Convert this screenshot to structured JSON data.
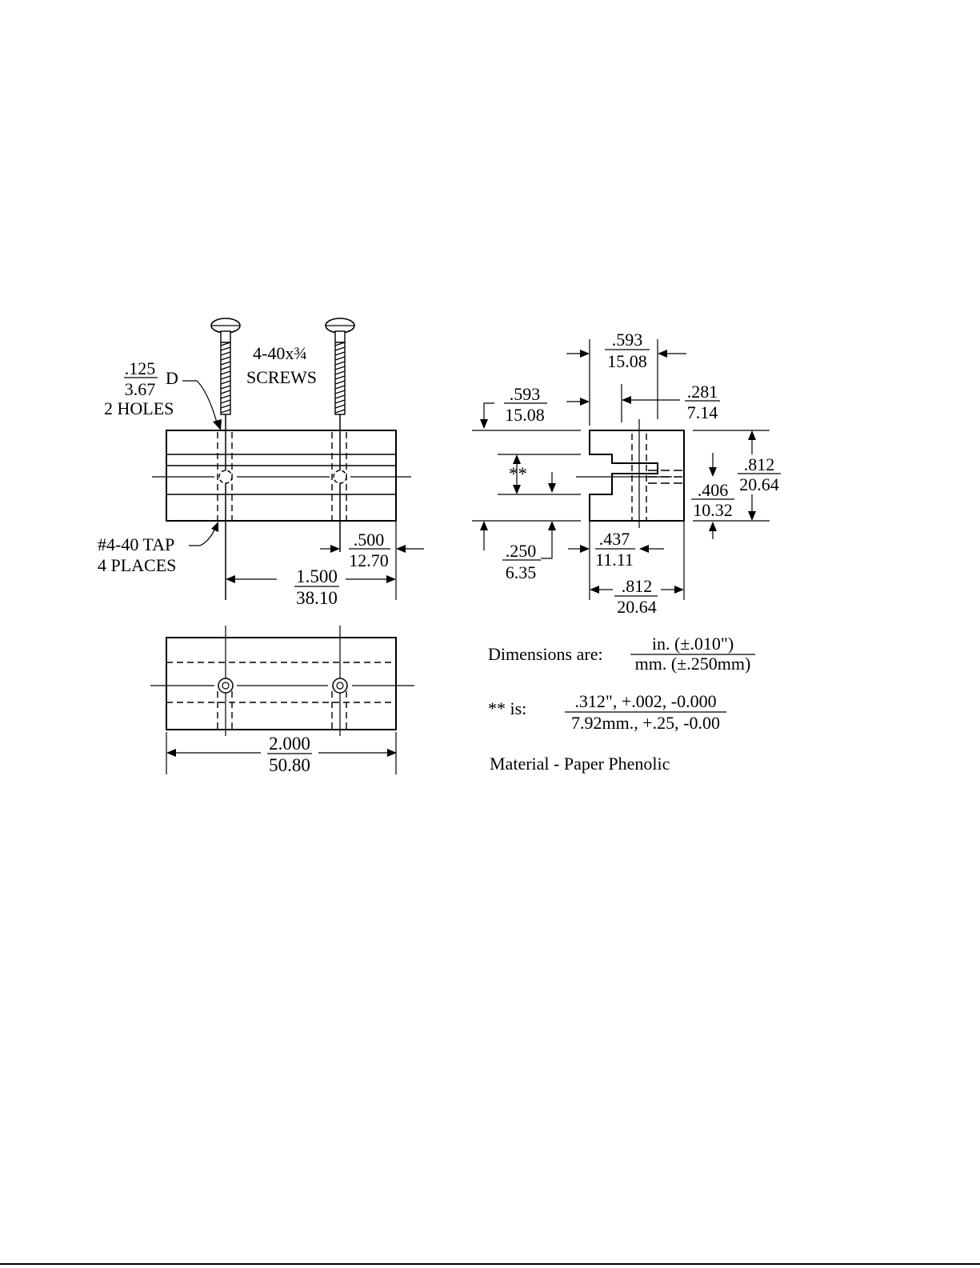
{
  "labels": {
    "screw_callout": "4-40x¾",
    "screw_callout_2": "SCREWS",
    "hole_callout": "2 HOLES",
    "hole_d": "D",
    "tap_callout": "#4-40 TAP",
    "tap_callout_2": "4 PLACES",
    "star_mark": "**"
  },
  "dims": {
    "hole_in": ".125",
    "hole_mm": "3.67",
    "a593_top_in": ".593",
    "a593_top_mm": "15.08",
    "a593_left_in": ".593",
    "a593_left_mm": "15.08",
    "a281_in": ".281",
    "a281_mm": "7.14",
    "a812_r_in": ".812",
    "a812_r_mm": "20.64",
    "a406_in": ".406",
    "a406_mm": "10.32",
    "a500_in": ".500",
    "a500_mm": "12.70",
    "a1500_in": "1.500",
    "a1500_mm": "38.10",
    "a250_in": ".250",
    "a250_mm": "6.35",
    "a437_in": ".437",
    "a437_mm": "11.11",
    "a812_b_in": ".812",
    "a812_b_mm": "20.64",
    "a2000_in": "2.000",
    "a2000_mm": "50.80"
  },
  "notes": {
    "dims_label": "Dimensions are:",
    "dims_num": "in. (±.010\")",
    "dims_den": "mm. (±.250mm)",
    "star_label": "** is:",
    "star_num": ".312\", +.002, -0.000",
    "star_den": "7.92mm., +.25, -0.00",
    "material": "Material - Paper Phenolic"
  }
}
